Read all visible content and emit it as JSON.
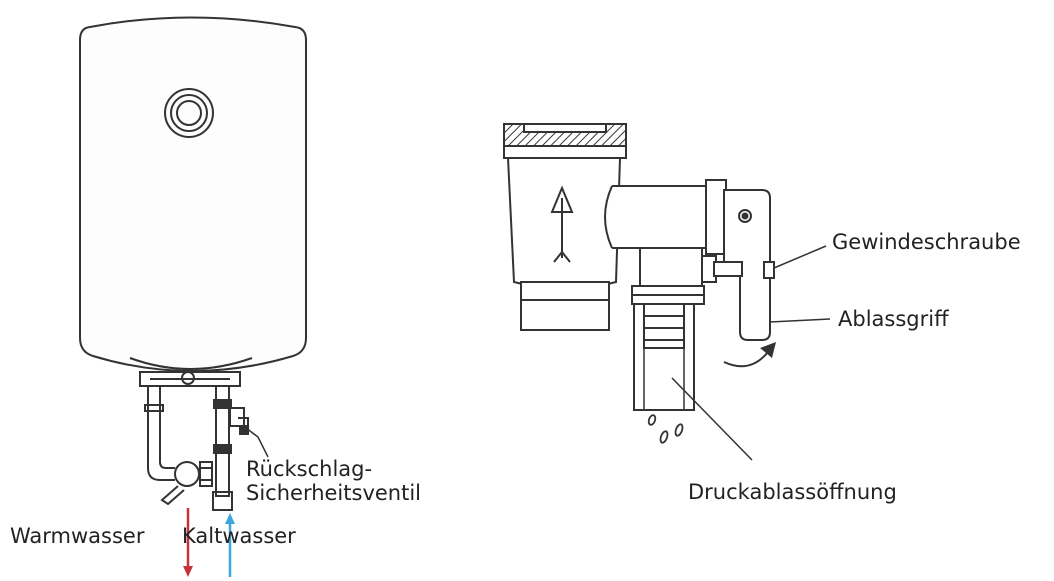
{
  "labels": {
    "set_screw": "Gewindeschraube",
    "drain_handle": "Ablassgriff",
    "pressure_outlet": "Druckablassöffnung",
    "check_valve_line1": "Rückschlag-",
    "check_valve_line2": "Sicherheitsventil",
    "hot_water": "Warmwasser",
    "cold_water": "Kaltwasser"
  },
  "colors": {
    "outline": "#333333",
    "hot_arrow": "#c8323c",
    "cold_arrow": "#3aa6dc"
  }
}
